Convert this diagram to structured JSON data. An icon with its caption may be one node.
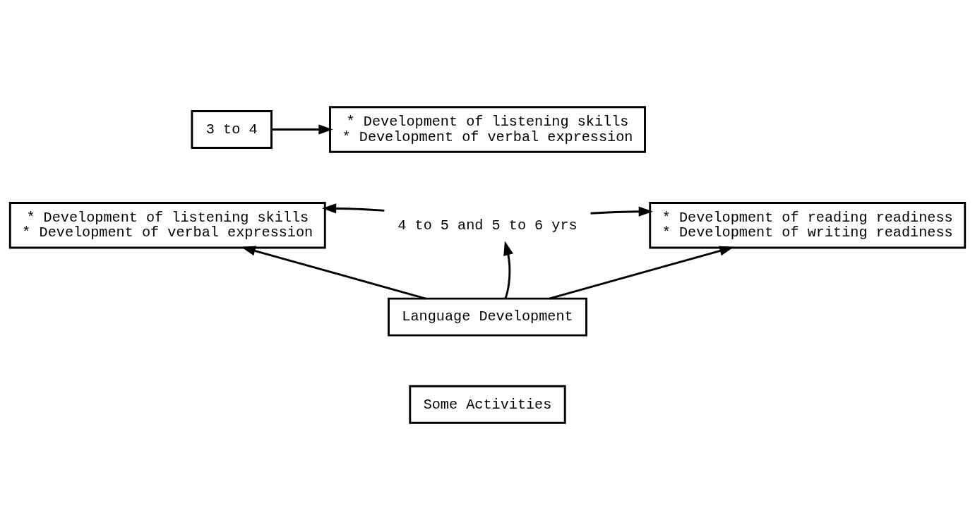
{
  "diagram": {
    "nodes": [
      {
        "text": [
          "3 to 4"
        ]
      },
      {
        "text": [
          "* Development of listening skills",
          "* Development of verbal expression"
        ]
      },
      {
        "text": [
          "* Development of listening skills",
          "* Development of verbal expression"
        ]
      },
      {
        "text": [
          "4 to 5 and 5 to 6 yrs"
        ]
      },
      {
        "text": [
          "* Development of reading readiness",
          "* Development of writing readiness"
        ]
      },
      {
        "text": [
          "Language Development"
        ]
      },
      {
        "text": [
          "Some Activities"
        ]
      }
    ],
    "edges": [
      {
        "from": 0,
        "to": 1,
        "arrow": "to"
      },
      {
        "from": 3,
        "to": 2,
        "arrow": "to"
      },
      {
        "from": 3,
        "to": 4,
        "arrow": "to"
      },
      {
        "from": 5,
        "to": 2,
        "arrow": "to"
      },
      {
        "from": 5,
        "to": 3,
        "arrow": "to"
      },
      {
        "from": 5,
        "to": 4,
        "arrow": "to"
      }
    ]
  }
}
